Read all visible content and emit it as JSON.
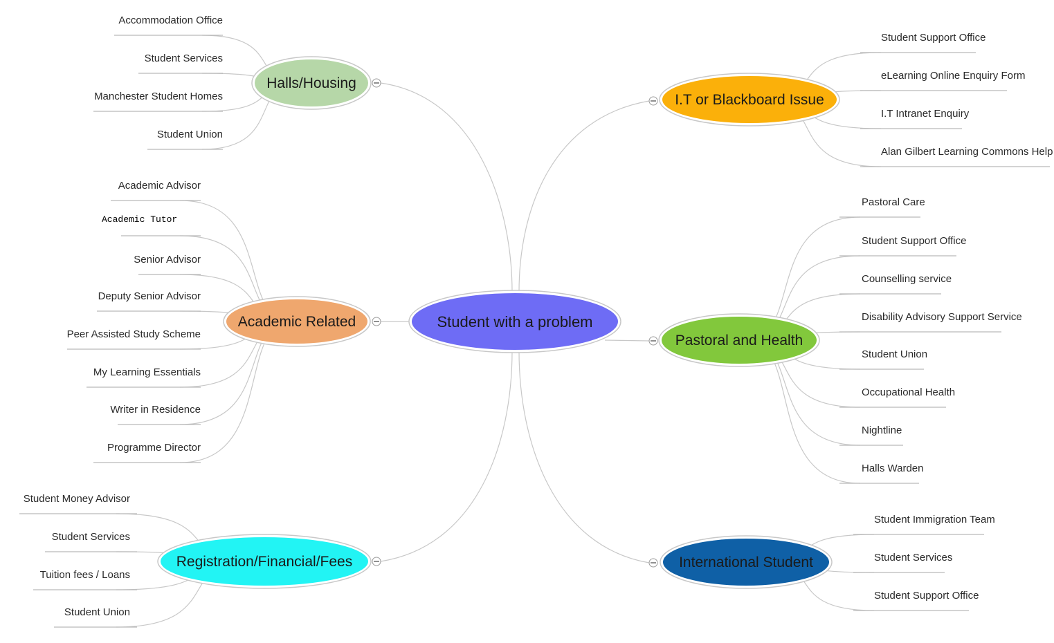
{
  "center": {
    "label": "Student with a problem",
    "color": "#6e6cf5"
  },
  "branches": [
    {
      "label": "Halls/Housing",
      "color": "#b6d7a8",
      "items": [
        "Accommodation Office",
        "Student Services",
        "Manchester Student Homes",
        "Student Union"
      ]
    },
    {
      "label": "Academic Related",
      "color": "#efa76e",
      "items": [
        "Academic Advisor",
        "Academic Tutor",
        "Senior Advisor",
        "Deputy Senior Advisor",
        "Peer Assisted Study Scheme",
        "My Learning Essentials",
        "Writer in Residence",
        "Programme Director"
      ]
    },
    {
      "label": "Registration/Financial/Fees",
      "color": "#22f4f4",
      "items": [
        "Student Money Advisor",
        "Student Services",
        "Tuition fees / Loans",
        "Student Union"
      ]
    },
    {
      "label": "I.T or Blackboard Issue",
      "color": "#fbb00a",
      "items": [
        "Student Support Office",
        "eLearning Online Enquiry Form",
        "I.T Intranet Enquiry",
        "Alan Gilbert Learning Commons Help desk"
      ]
    },
    {
      "label": "Pastoral and Health",
      "color": "#82c83c",
      "items": [
        "Pastoral Care",
        "Student Support Office",
        "Counselling service",
        "Disability Advisory Support Service",
        "Student Union",
        "Occupational Health",
        "Nightline",
        "Halls Warden"
      ]
    },
    {
      "label": "International Student",
      "color": "#0f60a6",
      "items": [
        "Student Immigration Team",
        "Student Services",
        "Student Support Office"
      ]
    }
  ]
}
